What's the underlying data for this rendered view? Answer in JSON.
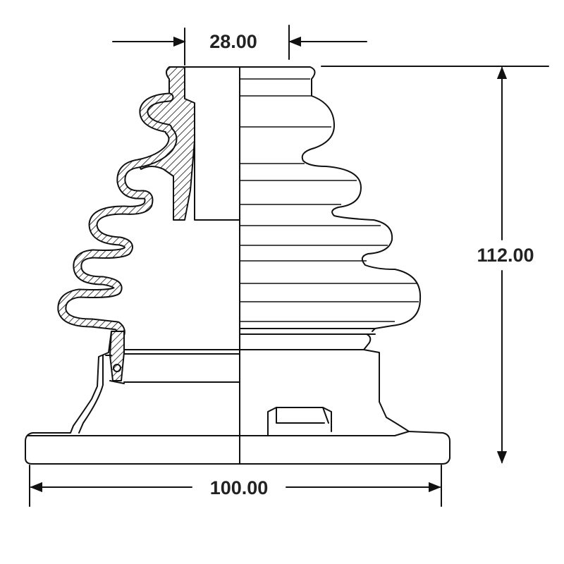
{
  "dimensions": {
    "top_width": "28.00",
    "height": "112.00",
    "base_width": "100.00"
  }
}
